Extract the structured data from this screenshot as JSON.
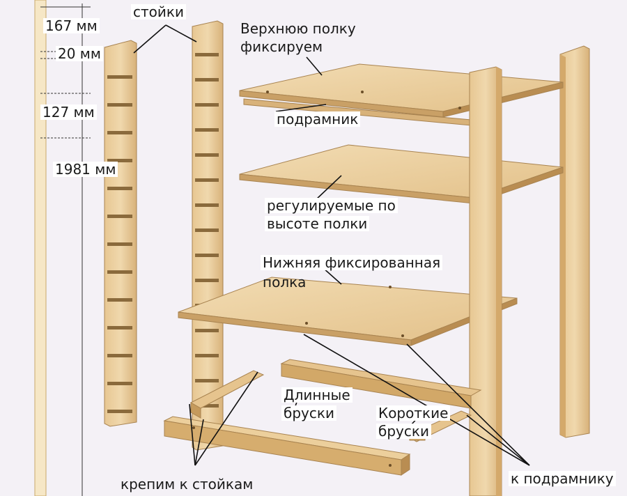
{
  "labels": {
    "dim_167": "167 мм",
    "dim_20": "20 мм",
    "dim_127": "127 мм",
    "dim_1981": "1981 мм",
    "uprights": "стойки",
    "top_shelf_line1": "Верхнюю полку",
    "top_shelf_line2": "фиксируем",
    "subframe": "подрамник",
    "adjustable_line1": "регулируемые по",
    "adjustable_line2": "высоте полки",
    "bottom_shelf_line1": "Нижняя фиксированная",
    "bottom_shelf_line2": "полка",
    "long_bars_line1": "Длинные",
    "long_bars_line2": "бруски",
    "short_bars_line1": "Короткие",
    "short_bars_line2": "бруски",
    "attach_uprights": "крепим к стойкам",
    "attach_subframe": "к подрамнику"
  },
  "colors": {
    "wood_light": "#ecd3a6",
    "wood_mid": "#dcb77c",
    "wood_dark": "#b98d52",
    "edge": "#8a6a3c",
    "line": "#111111",
    "paper": "#f4f1f6"
  }
}
